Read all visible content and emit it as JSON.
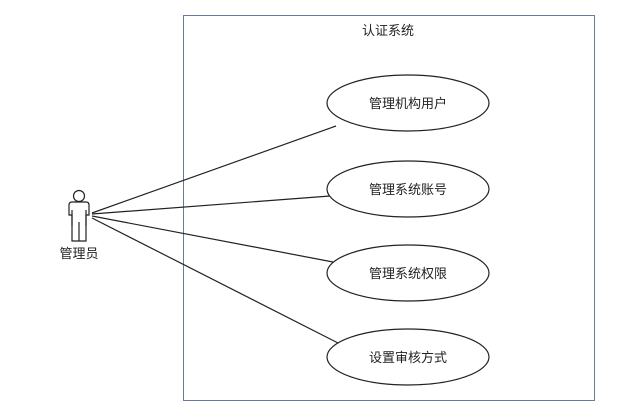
{
  "system": {
    "title": "认证系统"
  },
  "actor": {
    "label": "管理员"
  },
  "use_cases": [
    {
      "label": "管理机构用户"
    },
    {
      "label": "管理系统账号"
    },
    {
      "label": "管理系统权限"
    },
    {
      "label": "设置审核方式"
    }
  ],
  "colors": {
    "boundary": "#6b7a9c",
    "line": "#222222"
  }
}
